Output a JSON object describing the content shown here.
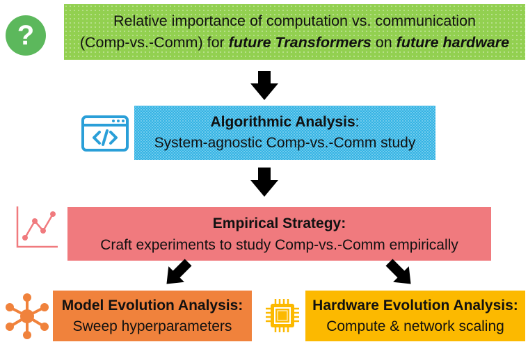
{
  "question": {
    "line1": "Relative importance of computation vs. communication",
    "line2_prefix": "(Comp-vs.-Comm) for ",
    "line2_em1": "future Transformers",
    "line2_mid": " on ",
    "line2_em2": "future hardware",
    "icon_glyph": "?"
  },
  "algorithmic": {
    "title": "Algorithmic Analysis",
    "title_suffix": ":",
    "subtitle": "System-agnostic Comp-vs.-Comm study"
  },
  "empirical": {
    "title": "Empirical Strategy:",
    "subtitle": "Craft experiments to study Comp-vs.-Comm empirically"
  },
  "model_evolution": {
    "title": "Model Evolution Analysis:",
    "subtitle": "Sweep hyperparameters"
  },
  "hardware_evolution": {
    "title": "Hardware Evolution Analysis:",
    "subtitle": "Compute & network scaling"
  },
  "icons": {
    "question": "question-mark-icon",
    "code": "code-window-icon",
    "chart": "line-chart-icon",
    "network": "network-hub-icon",
    "chip": "cpu-chip-icon"
  },
  "colors": {
    "question_box": "#92d050",
    "algorithmic_box": "#2fb2e4",
    "empirical_box": "#f07a7e",
    "model_box": "#f0823c",
    "hardware_box": "#fcb900",
    "arrow": "#000000"
  }
}
